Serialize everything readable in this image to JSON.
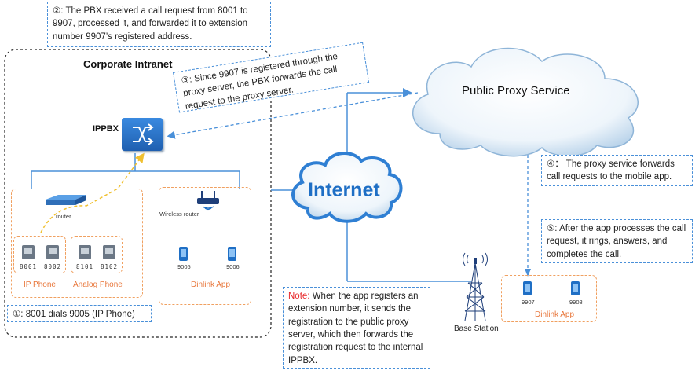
{
  "notes": {
    "step2": "②: The PBX received a call request from 8001 to 9907, processed it, and forwarded it to extension number 9907’s registered address.",
    "step3": "③: Since 9907 is registered through the proxy server, the PBX forwards the call request to the proxy server.",
    "step4": "④： The proxy service forwards call requests to the mobile app.",
    "step5": "⑤: After the app processes the call request, it rings, answers, and completes the call.",
    "step1": "①: 8001 dials 9005 (IP Phone)",
    "note_label": "Note:",
    "note_text": " When the app registers an extension number, it sends the registration to the public proxy server, which then forwards the registration request to the internal IPPBX."
  },
  "labels": {
    "intranet": "Corporate Intranet",
    "ippbx": "IPPBX",
    "proxy": "Public Proxy Service",
    "internet": "Internet",
    "router": "router",
    "wireless_router": "Wireless router",
    "ip_phone": "IP Phone",
    "analog_phone": "Analog Phone",
    "dinlink_app_left": "Dinlink App",
    "dinlink_app_right": "Dinlink App",
    "base_station": "Base Station"
  },
  "extensions": {
    "ip_phone_1": "8001",
    "ip_phone_2": "8002",
    "analog_1": "8101",
    "analog_2": "8102",
    "mobile_left_1": "9005",
    "mobile_left_2": "9006",
    "mobile_right_1": "9907",
    "mobile_right_2": "9908"
  },
  "colors": {
    "link_line": "#4a90d9",
    "yellow_path": "#f0c030",
    "orange_accent": "#e8763a",
    "note_red": "#e8282a",
    "device_blue": "#1f6fc5"
  }
}
